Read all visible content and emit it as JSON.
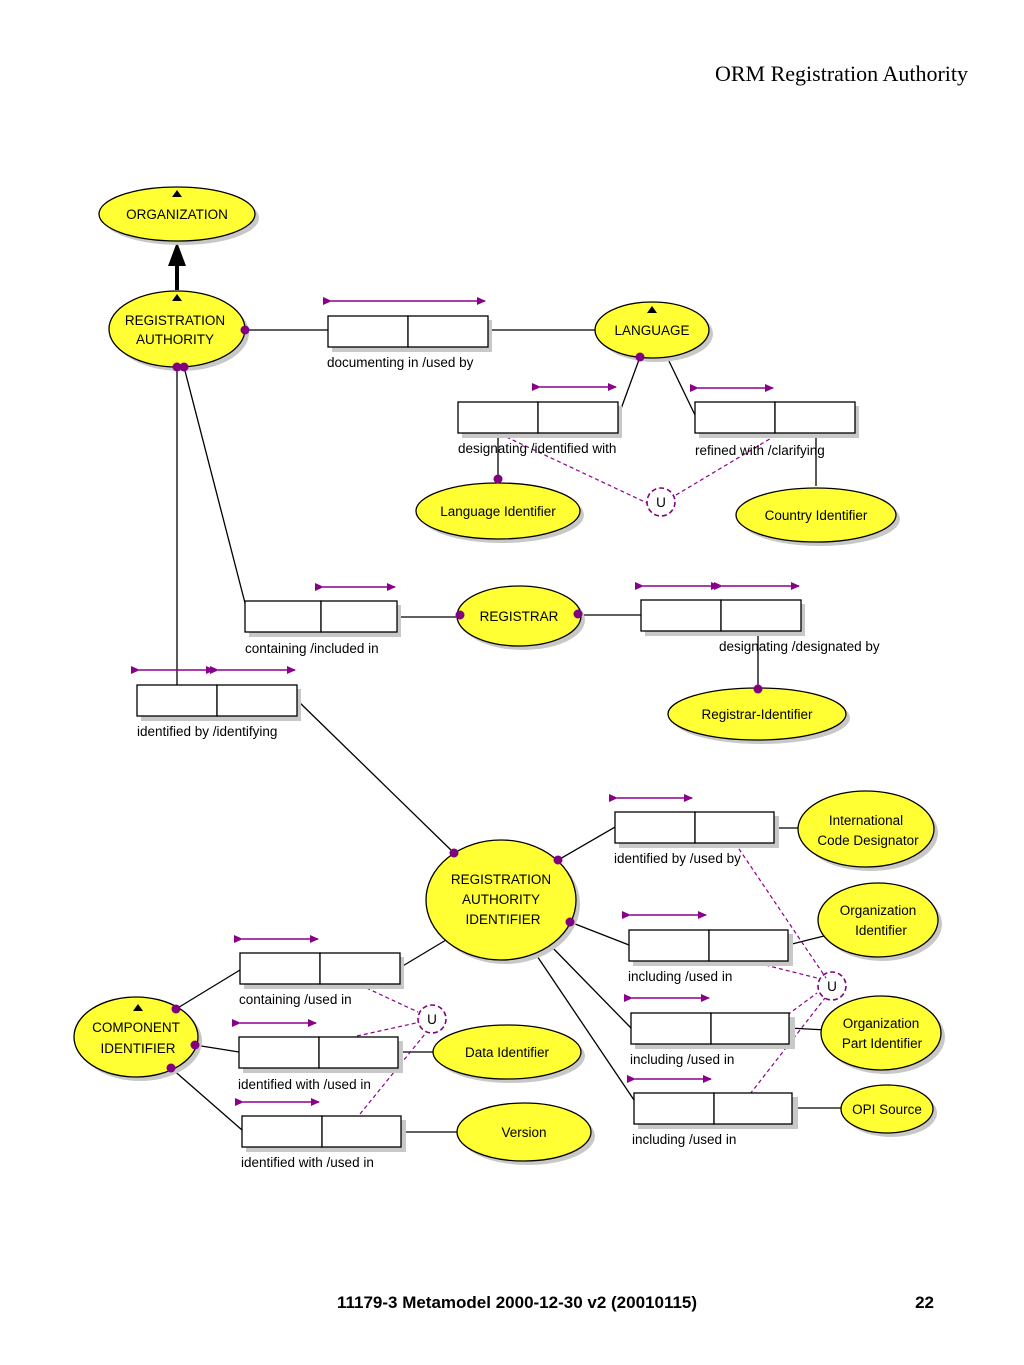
{
  "header": {
    "title": "ORM Registration Authority"
  },
  "footer": {
    "document": "11179-3 Metamodel 2000-12-30 v2 (20010115)",
    "page": "22"
  },
  "entities": {
    "organization": "ORGANIZATION",
    "registration_authority": [
      "REGISTRATION",
      "AUTHORITY"
    ],
    "language": "LANGUAGE",
    "language_identifier": "Language Identifier",
    "country_identifier": "Country Identifier",
    "registrar": "REGISTRAR",
    "registrar_identifier": "Registrar-Identifier",
    "registration_authority_identifier": [
      "REGISTRATION",
      "AUTHORITY",
      "IDENTIFIER"
    ],
    "international_code_designator": [
      "International",
      "Code Designator"
    ],
    "organization_identifier": [
      "Organization",
      "Identifier"
    ],
    "organization_part_identifier": [
      "Organization",
      "Part Identifier"
    ],
    "opi_source": "OPI Source",
    "component_identifier": [
      "COMPONENT",
      "IDENTIFIER"
    ],
    "data_identifier": "Data Identifier",
    "version": "Version"
  },
  "constraints": {
    "unique": "U"
  },
  "roles": {
    "documenting_in": "documenting in /used by",
    "designating_identified_with": "designating /identified with",
    "refined_with": "refined with /clarifying",
    "containing_included_in": "containing /included in",
    "designating_designated_by": "designating /designated by",
    "identified_by_identifying": "identified by /identifying",
    "identified_by_used_by": "identified by /used by",
    "including_used_in_1": "including /used in",
    "including_used_in_2": "including /used in",
    "including_used_in_3": "including /used in",
    "containing_used_in": "containing /used in",
    "identified_with_used_in_1": "identified with /used in",
    "identified_with_used_in_2": "identified with /used in"
  }
}
